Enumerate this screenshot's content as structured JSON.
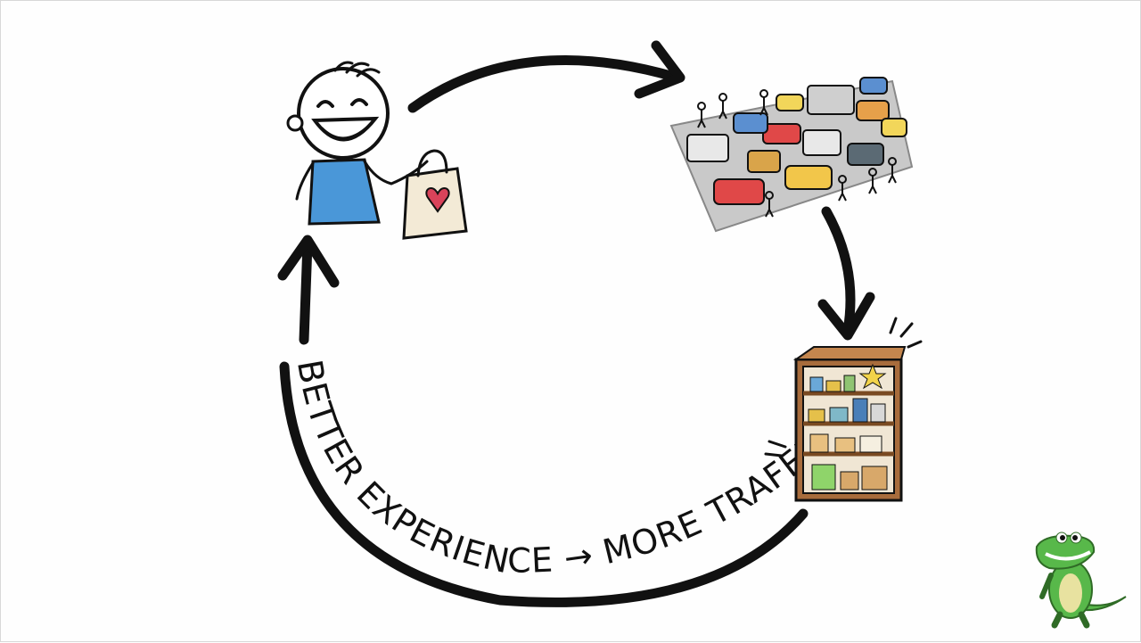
{
  "cycle_label": {
    "text": "BETTER EXPERIENCE → MORE TRAFFIC"
  },
  "nodes": [
    {
      "name": "happy-shopper",
      "icon": "smiling-person-with-shopping-bag"
    },
    {
      "name": "busy-traffic",
      "icon": "cars-trucks-and-pedestrians"
    },
    {
      "name": "store-shelf",
      "icon": "stocked-bookshelf"
    }
  ],
  "colors": {
    "ink": "#111111",
    "shirt": "#4a97d8",
    "bag": "#f3ead6",
    "heart": "#d9435a",
    "shelf_wood": "#a86c3c",
    "road": "#c9c9c9",
    "mascot": "#58b84a"
  },
  "mascot": {
    "icon": "crocodile-mascot"
  }
}
